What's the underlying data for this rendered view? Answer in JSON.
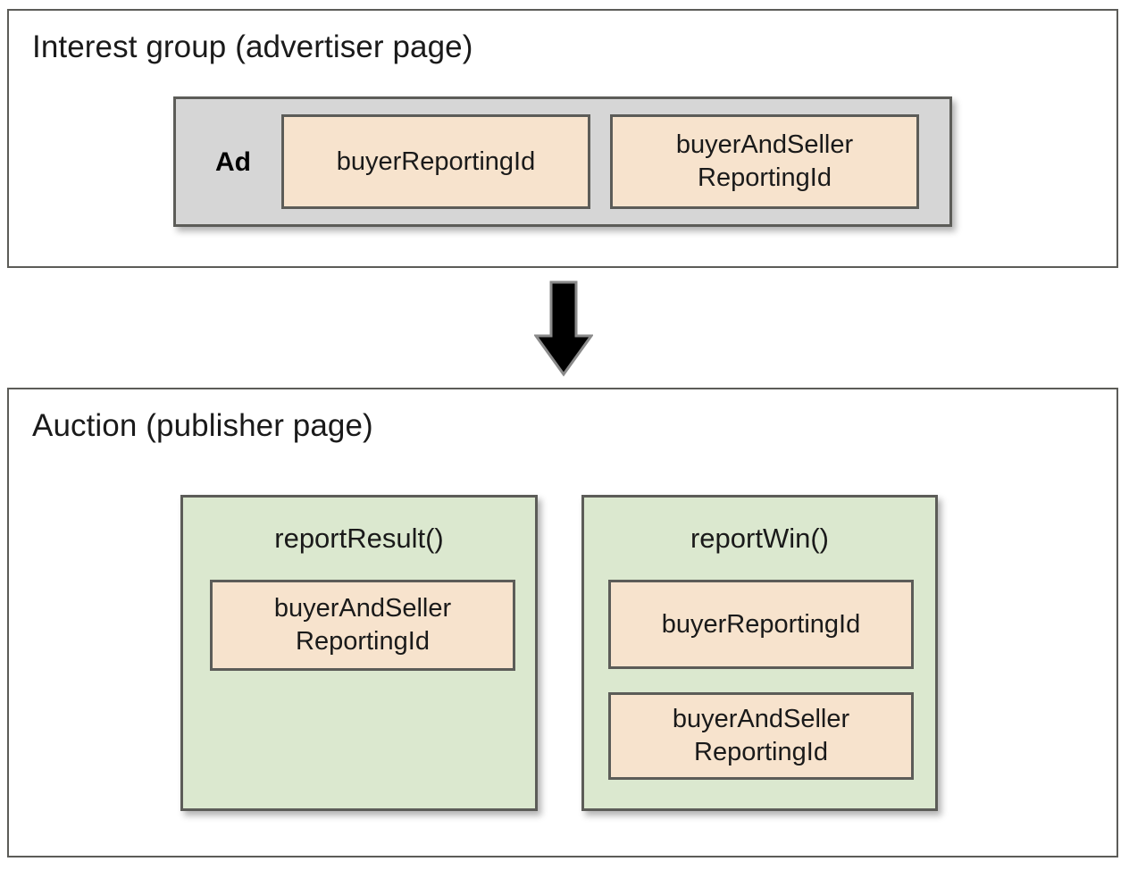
{
  "diagram": {
    "title_semantic": "protected-audience-reporting-ids-flow",
    "colors": {
      "chip_fill": "#f7e3cd",
      "func_fill": "#dbe8cf",
      "ad_fill": "#d6d6d6",
      "border": "#5c5c58",
      "page_bg": "#ffffff",
      "arrow": "#000000"
    }
  },
  "interest_group": {
    "title": "Interest group (advertiser page)",
    "ad": {
      "label": "Ad",
      "chips": [
        {
          "label": "buyerReportingId"
        },
        {
          "label": "buyerAndSeller\nReportingId"
        }
      ]
    }
  },
  "flow": {
    "arrow_icon": "arrow-down-icon",
    "direction": "down"
  },
  "auction": {
    "title": "Auction (publisher page)",
    "functions": [
      {
        "name": "reportResult()",
        "chips": [
          {
            "label": "buyerAndSeller\nReportingId"
          }
        ]
      },
      {
        "name": "reportWin()",
        "chips": [
          {
            "label": "buyerReportingId"
          },
          {
            "label": "buyerAndSeller\nReportingId"
          }
        ]
      }
    ]
  }
}
